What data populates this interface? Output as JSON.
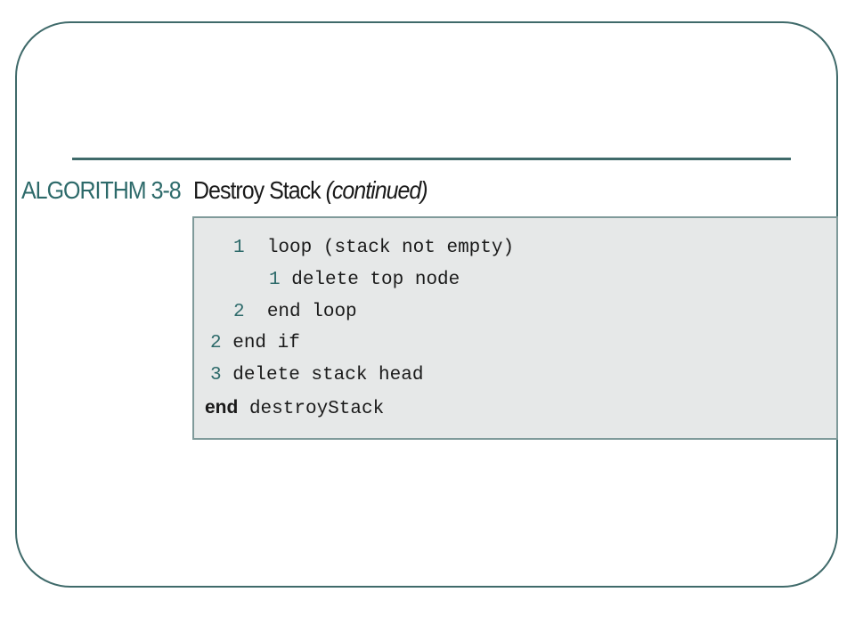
{
  "slide": {
    "algorithm_label": "ALGORITHM 3-8",
    "title": "Destroy Stack",
    "title_suffix": "(continued)"
  },
  "code": [
    {
      "num": "1",
      "text": "loop (stack not empty)"
    },
    {
      "num": "1",
      "text": "delete top node"
    },
    {
      "num": "2",
      "text": "end loop"
    },
    {
      "num": "2",
      "text": "end if"
    },
    {
      "num": "3",
      "text": "delete stack head"
    },
    {
      "keyword": "end",
      "text": "destroyStack"
    }
  ],
  "colors": {
    "accent": "#2d6a6a",
    "frame": "#3f6a6a",
    "code_background": "#e6e8e8"
  }
}
